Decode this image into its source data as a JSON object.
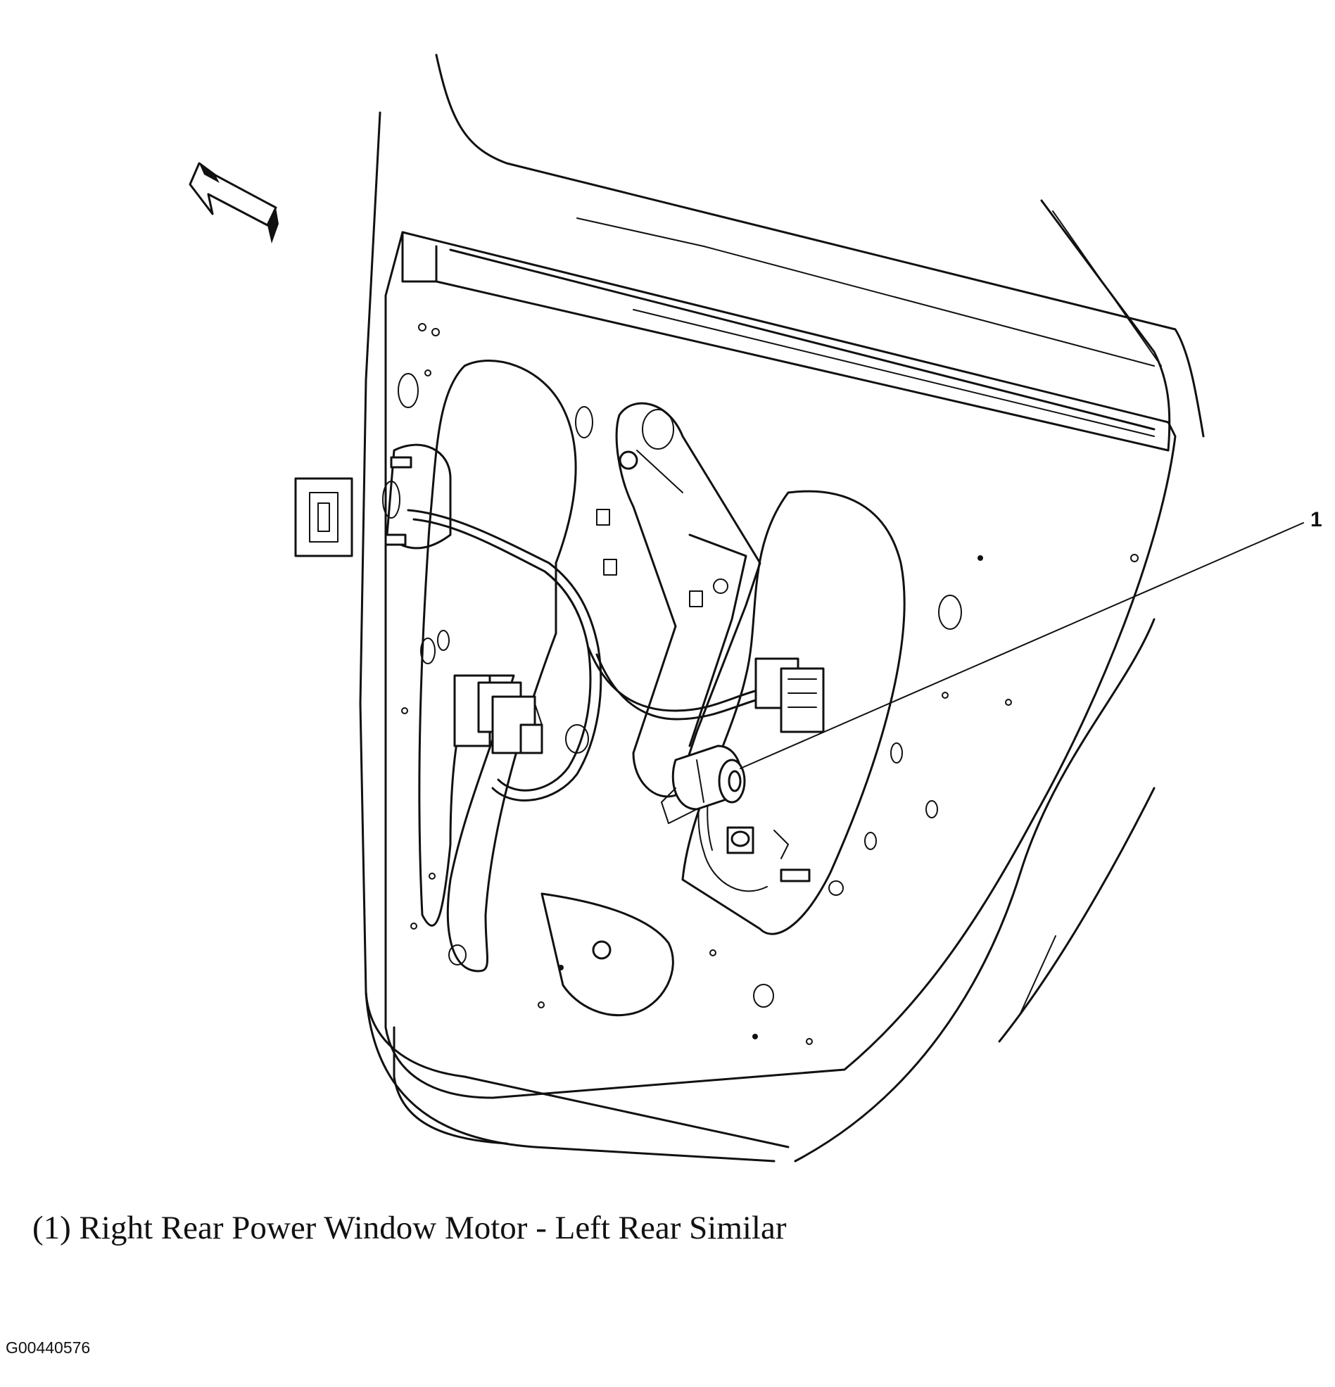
{
  "callouts": [
    {
      "number": "1"
    }
  ],
  "caption": "(1) Right Rear Power Window Motor - Left Rear Similar",
  "figure_id": "G00440576",
  "icons": {
    "direction_arrow": "forward-direction-arrow-icon"
  }
}
